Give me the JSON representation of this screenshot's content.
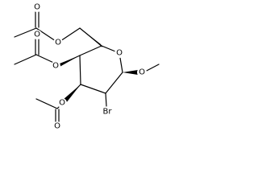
{
  "molecule": {
    "atoms": {
      "ring_oxygen": "O",
      "anomeric_oxygen": "O",
      "acetate_c6_ester_oxygen": "O",
      "acetate_c6_carbonyl_oxygen": "O",
      "acetate_c4_ester_oxygen": "O",
      "acetate_c4_carbonyl_oxygen": "O",
      "acetate_c3_ester_oxygen": "O",
      "acetate_c3_carbonyl_oxygen": "O",
      "bromine": "Br"
    },
    "colors": {
      "bond": "#000000",
      "background": "#ffffff"
    }
  }
}
